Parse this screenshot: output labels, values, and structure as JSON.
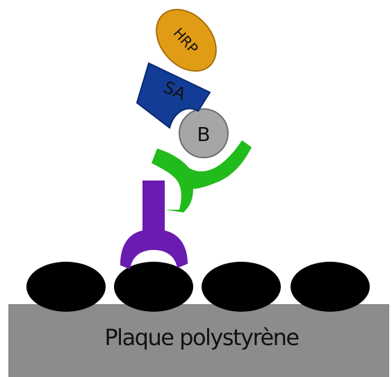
{
  "plate": {
    "label": "Plaque polystyrène",
    "color": "#8c8c8c"
  },
  "antigen": {
    "count": 4,
    "color": "#000000"
  },
  "capture_antibody": {
    "color": "#6a1bb0"
  },
  "detection_antibody": {
    "color": "#22bb1c"
  },
  "biotin": {
    "label": "B",
    "color": "#a6a6a6"
  },
  "streptavidin": {
    "label": "SA",
    "color": "#123c96"
  },
  "hrp": {
    "label": "HRP",
    "color": "#e19c16"
  }
}
